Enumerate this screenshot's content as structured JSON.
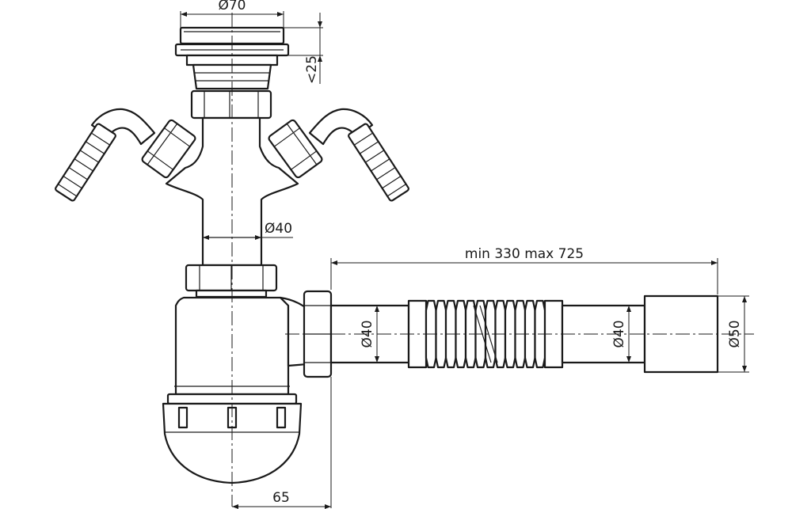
{
  "dimensions": {
    "strainer_diameter": "Ø70",
    "strainer_height": "<25",
    "riser_diameter": "Ø40",
    "hose_length": "min 330 max 725",
    "outlet_inlet_diameter": "Ø40",
    "hose_diameter": "Ø40",
    "outlet_diameter": "Ø50",
    "outlet_offset": "65"
  },
  "colors": {
    "line": "#1a1a1a",
    "background": "#ffffff"
  }
}
